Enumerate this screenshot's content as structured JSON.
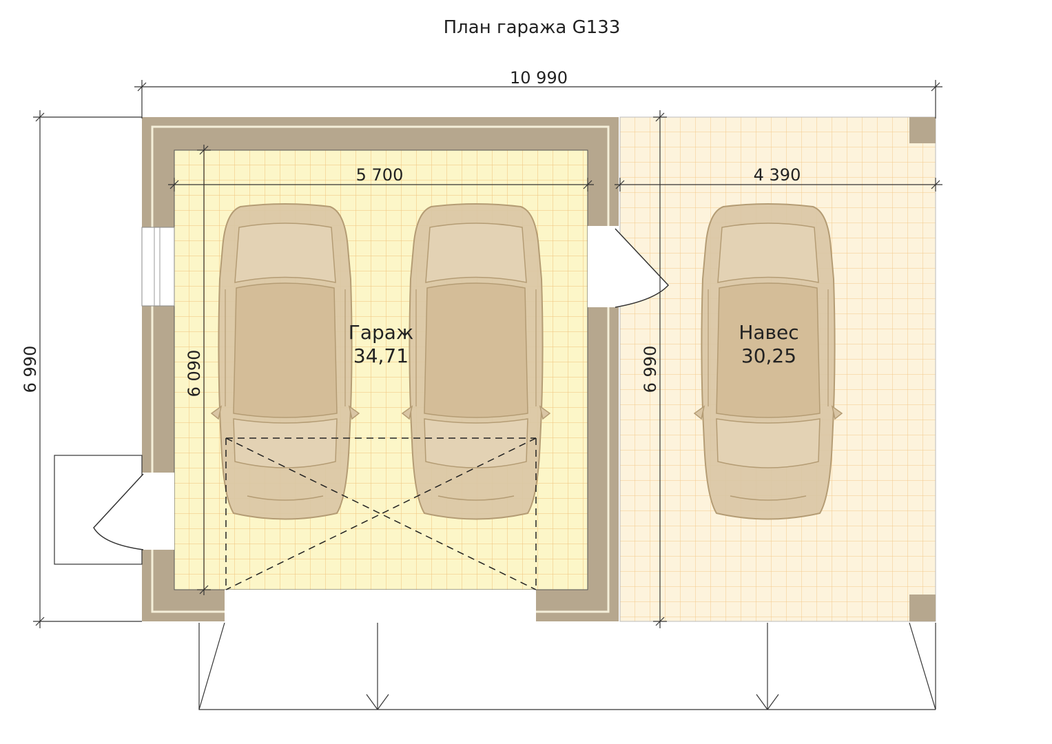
{
  "title": "План гаража G133",
  "dimensions": {
    "overall_width": "10 990",
    "overall_depth": "6 990",
    "garage_inner_width": "5 700",
    "garage_inner_depth": "6 090",
    "carport_width": "4 390",
    "carport_depth": "6 990"
  },
  "rooms": {
    "garage": {
      "name": "Гараж",
      "area": "34,71"
    },
    "carport": {
      "name": "Навес",
      "area": "30,25"
    }
  },
  "colors": {
    "wall": "#b6a78e",
    "garage_floor": "#fcf6c8",
    "carport_floor": "#fdf3dc",
    "grid": "#f0c27a",
    "car_fill": "#d9c5a4",
    "car_line": "#b49c74",
    "dim_line": "#333333"
  }
}
